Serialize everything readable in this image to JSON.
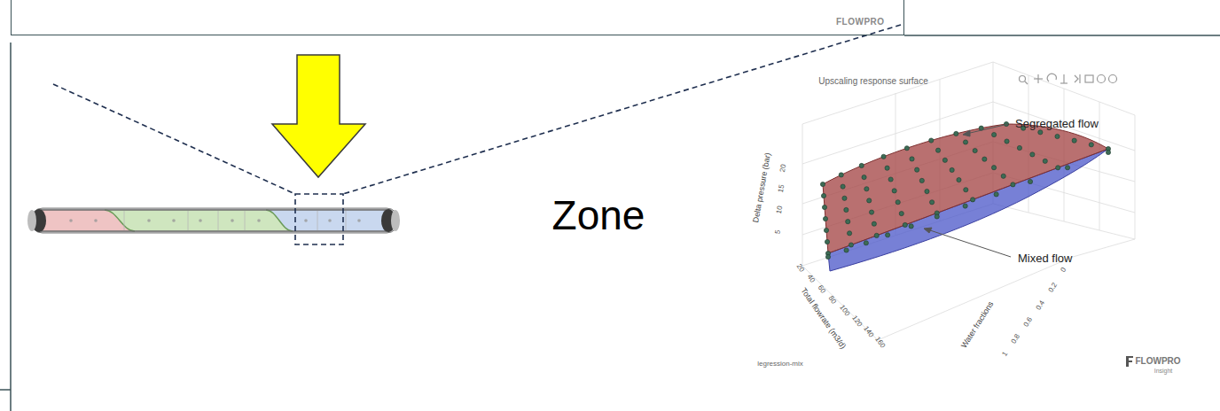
{
  "diagram": {
    "nodes": [
      {
        "text": [
          "FLOWPRO"
        ]
      }
    ],
    "labels": [
      "Zone",
      "Upscaling response surface",
      "Segregated flow",
      "Mixed flow",
      "Delta pressure (bar)",
      "20",
      "15",
      "10",
      "5",
      "Total flowrate (m3/d)",
      "20",
      "40",
      "60",
      "80",
      "100",
      "120",
      "140",
      "160",
      "Water fractions",
      "0",
      "0.2",
      "0.4",
      "0.6",
      "0.8",
      "1",
      "legression-mix",
      "FLOWPRO",
      "Insight"
    ]
  }
}
